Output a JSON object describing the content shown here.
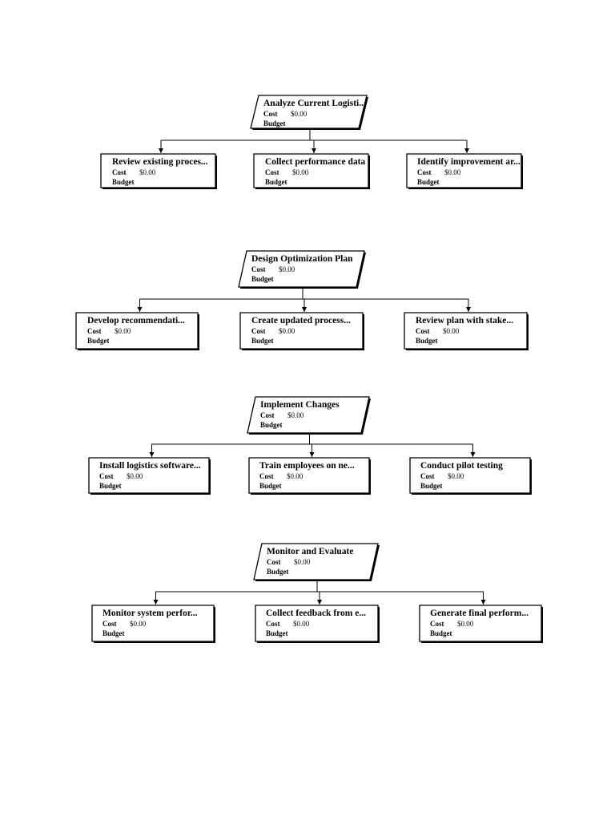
{
  "groups": [
    {
      "parent": {
        "title": "Analyze Current Logisti...",
        "cost_label": "Cost",
        "cost": "$0.00",
        "budget_label": "Budget"
      },
      "children": [
        {
          "title": "Review existing proces...",
          "cost_label": "Cost",
          "cost": "$0.00",
          "budget_label": "Budget"
        },
        {
          "title": "Collect performance data",
          "cost_label": "Cost",
          "cost": "$0.00",
          "budget_label": "Budget"
        },
        {
          "title": "Identify improvement ar...",
          "cost_label": "Cost",
          "cost": "$0.00",
          "budget_label": "Budget"
        }
      ]
    },
    {
      "parent": {
        "title": "Design Optimization Plan",
        "cost_label": "Cost",
        "cost": "$0.00",
        "budget_label": "Budget"
      },
      "children": [
        {
          "title": "Develop recommendati...",
          "cost_label": "Cost",
          "cost": "$0.00",
          "budget_label": "Budget"
        },
        {
          "title": "Create updated process...",
          "cost_label": "Cost",
          "cost": "$0.00",
          "budget_label": "Budget"
        },
        {
          "title": "Review plan with stake...",
          "cost_label": "Cost",
          "cost": "$0.00",
          "budget_label": "Budget"
        }
      ]
    },
    {
      "parent": {
        "title": "Implement Changes",
        "cost_label": "Cost",
        "cost": "$0.00",
        "budget_label": "Budget"
      },
      "children": [
        {
          "title": "Install logistics software...",
          "cost_label": "Cost",
          "cost": "$0.00",
          "budget_label": "Budget"
        },
        {
          "title": "Train employees on ne...",
          "cost_label": "Cost",
          "cost": "$0.00",
          "budget_label": "Budget"
        },
        {
          "title": "Conduct pilot testing",
          "cost_label": "Cost",
          "cost": "$0.00",
          "budget_label": "Budget"
        }
      ]
    },
    {
      "parent": {
        "title": "Monitor and Evaluate",
        "cost_label": "Cost",
        "cost": "$0.00",
        "budget_label": "Budget"
      },
      "children": [
        {
          "title": "Monitor system perfor...",
          "cost_label": "Cost",
          "cost": "$0.00",
          "budget_label": "Budget"
        },
        {
          "title": "Collect feedback from e...",
          "cost_label": "Cost",
          "cost": "$0.00",
          "budget_label": "Budget"
        },
        {
          "title": "Generate final perform...",
          "cost_label": "Cost",
          "cost": "$0.00",
          "budget_label": "Budget"
        }
      ]
    }
  ]
}
